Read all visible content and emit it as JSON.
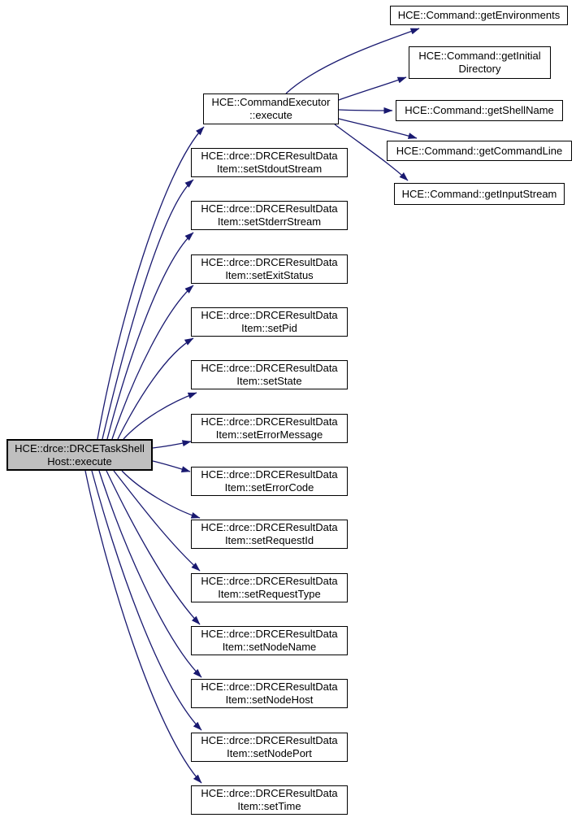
{
  "diagram_type": "call-graph",
  "colors": {
    "background": "#ffffff",
    "edge": "#191970",
    "node_border": "#000000",
    "node_fill": "#ffffff",
    "selected_fill": "#bfbfbf",
    "text": "#000000"
  },
  "nodes": {
    "root": {
      "line1": "HCE::drce::DRCETaskShell",
      "line2": "Host::execute"
    },
    "executor": {
      "line1": "HCE::CommandExecutor",
      "line2": "::execute"
    },
    "setters": [
      {
        "line1": "HCE::drce::DRCEResultData",
        "line2": "Item::setStdoutStream"
      },
      {
        "line1": "HCE::drce::DRCEResultData",
        "line2": "Item::setStderrStream"
      },
      {
        "line1": "HCE::drce::DRCEResultData",
        "line2": "Item::setExitStatus"
      },
      {
        "line1": "HCE::drce::DRCEResultData",
        "line2": "Item::setPid"
      },
      {
        "line1": "HCE::drce::DRCEResultData",
        "line2": "Item::setState"
      },
      {
        "line1": "HCE::drce::DRCEResultData",
        "line2": "Item::setErrorMessage"
      },
      {
        "line1": "HCE::drce::DRCEResultData",
        "line2": "Item::setErrorCode"
      },
      {
        "line1": "HCE::drce::DRCEResultData",
        "line2": "Item::setRequestId"
      },
      {
        "line1": "HCE::drce::DRCEResultData",
        "line2": "Item::setRequestType"
      },
      {
        "line1": "HCE::drce::DRCEResultData",
        "line2": "Item::setNodeName"
      },
      {
        "line1": "HCE::drce::DRCEResultData",
        "line2": "Item::setNodeHost"
      },
      {
        "line1": "HCE::drce::DRCEResultData",
        "line2": "Item::setNodePort"
      },
      {
        "line1": "HCE::drce::DRCEResultData",
        "line2": "Item::setTime"
      }
    ],
    "getters": [
      {
        "line1": "HCE::Command::getEnvironments",
        "line2": ""
      },
      {
        "line1": "HCE::Command::getInitial",
        "line2": "Directory"
      },
      {
        "line1": "HCE::Command::getShellName",
        "line2": ""
      },
      {
        "line1": "HCE::Command::getCommandLine",
        "line2": ""
      },
      {
        "line1": "HCE::Command::getInputStream",
        "line2": ""
      }
    ]
  }
}
